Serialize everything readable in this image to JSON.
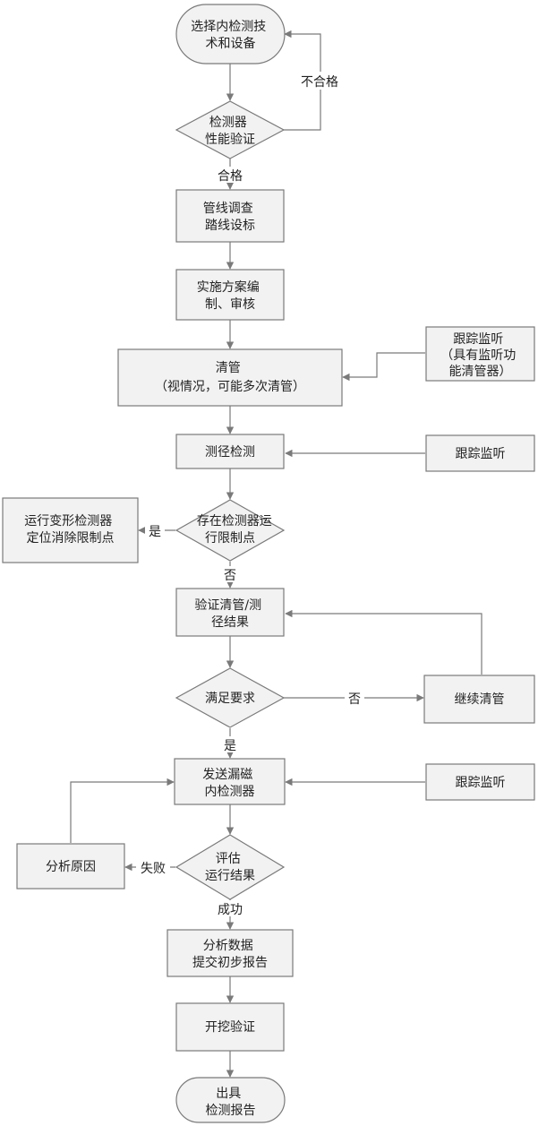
{
  "nodes": {
    "start": {
      "lines": [
        "选择内检测技",
        "术和设备"
      ]
    },
    "verify_detector": {
      "lines": [
        "检测器",
        "性能验证"
      ]
    },
    "survey": {
      "lines": [
        "管线调查",
        "踏线设标"
      ]
    },
    "plan": {
      "lines": [
        "实施方案编",
        "制、审核"
      ]
    },
    "tracking_cleaning": {
      "lines": [
        "跟踪监听",
        "（具有监听功",
        "能清管器）"
      ]
    },
    "cleaning": {
      "lines": [
        "清管",
        "（视情况，可能多次清管）"
      ]
    },
    "caliper": {
      "lines": [
        "测径检测"
      ]
    },
    "tracking_caliper": {
      "lines": [
        "跟踪监听"
      ]
    },
    "restriction_check": {
      "lines": [
        "存在检测器运",
        "行限制点"
      ]
    },
    "deformation": {
      "lines": [
        "运行变形检测器",
        "定位消除限制点"
      ]
    },
    "verify_results": {
      "lines": [
        "验证清管/测",
        "径结果"
      ]
    },
    "meets_req": {
      "lines": [
        "满足要求"
      ]
    },
    "continue_cleaning": {
      "lines": [
        "继续清管"
      ]
    },
    "send_mfl": {
      "lines": [
        "发送漏磁",
        "内检测器"
      ]
    },
    "tracking_mfl": {
      "lines": [
        "跟踪监听"
      ]
    },
    "evaluate": {
      "lines": [
        "评估",
        "运行结果"
      ]
    },
    "analyze_cause": {
      "lines": [
        "分析原因"
      ]
    },
    "analyze_data": {
      "lines": [
        "分析数据",
        "提交初步报告"
      ]
    },
    "excavation": {
      "lines": [
        "开挖验证"
      ]
    },
    "end": {
      "lines": [
        "出具",
        "检测报告"
      ]
    }
  },
  "edge_labels": {
    "fail": "不合格",
    "pass": "合格",
    "yes_restriction": "是",
    "no_restriction": "否",
    "no_req": "否",
    "yes_req": "是",
    "failure": "失败",
    "success": "成功"
  }
}
